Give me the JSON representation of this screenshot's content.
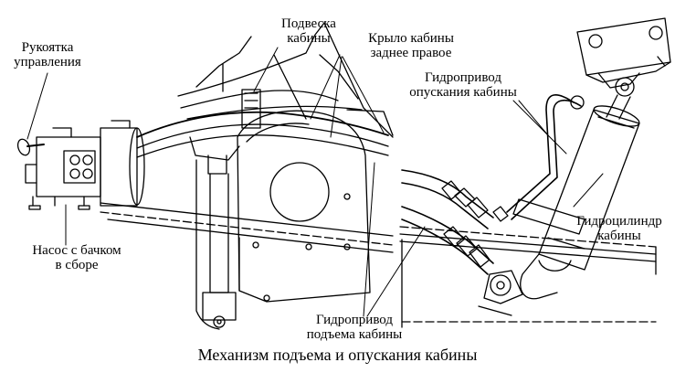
{
  "labels": {
    "control_handle": [
      "Рукоятка",
      "управления"
    ],
    "cab_suspension": [
      "Подвеска",
      "кабины"
    ],
    "rear_right_fender": [
      "Крыло кабины",
      "заднее правое"
    ],
    "lowering_hydraulics": [
      "Гидропривод",
      "опускания кабины"
    ],
    "pump_with_tank": [
      "Насос с бачком",
      "в сборе"
    ],
    "hydraulic_cylinder": [
      "Гидроцилиндр",
      "кабины"
    ],
    "lifting_hydraulics": [
      "Гидропривод",
      "подъема кабины"
    ]
  },
  "caption": "Механизм подъема и опускания кабины",
  "colors": {
    "ink": "#000000",
    "paper": "#ffffff"
  }
}
